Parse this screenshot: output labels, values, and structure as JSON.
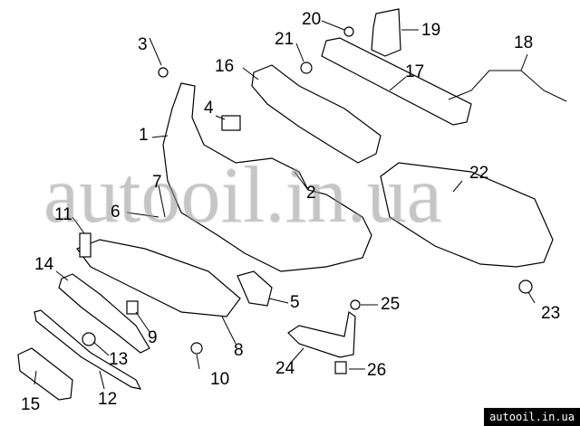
{
  "diagram": {
    "callouts": [
      "1",
      "2",
      "3",
      "4",
      "5",
      "6",
      "7",
      "8",
      "9",
      "10",
      "11",
      "12",
      "13",
      "14",
      "15",
      "16",
      "17",
      "18",
      "19",
      "20",
      "21",
      "22",
      "23",
      "24",
      "25",
      "26"
    ]
  },
  "watermark": {
    "overlay": "autooil.in.ua",
    "badge": "autooil.in.ua"
  }
}
